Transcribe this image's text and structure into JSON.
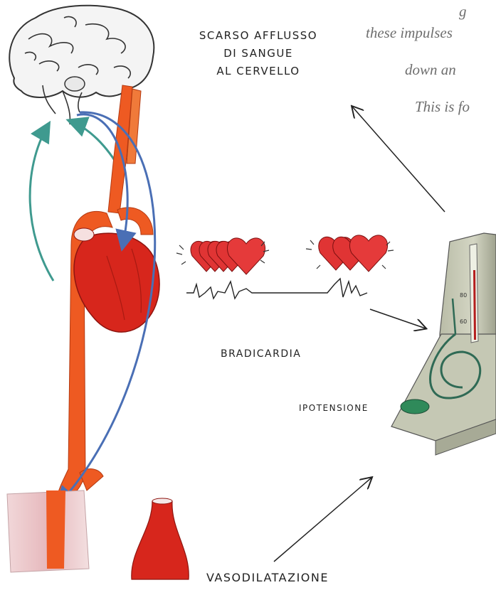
{
  "labels": {
    "cervello_line1": "SCARSO AFFLUSSO",
    "cervello_line2": "DI SANGUE",
    "cervello_line3": "AL CERVELLO",
    "bradicardia": "BRADICARDIA",
    "ipotensione": "IPOTENSIONE",
    "vasodilatazione": "VASODILATAZIONE"
  },
  "overlay_text": {
    "line1": "g",
    "line2": "these impulses",
    "line3": "down an",
    "line4": "This is fo"
  },
  "gauge": {
    "tick_80": "80",
    "tick_60": "60"
  },
  "colors": {
    "artery": "#ee5a22",
    "heart": "#d7261c",
    "blue_arrow": "#4a6fb5",
    "teal_arrow": "#3f9a8f",
    "device": "#c9cbb8"
  }
}
